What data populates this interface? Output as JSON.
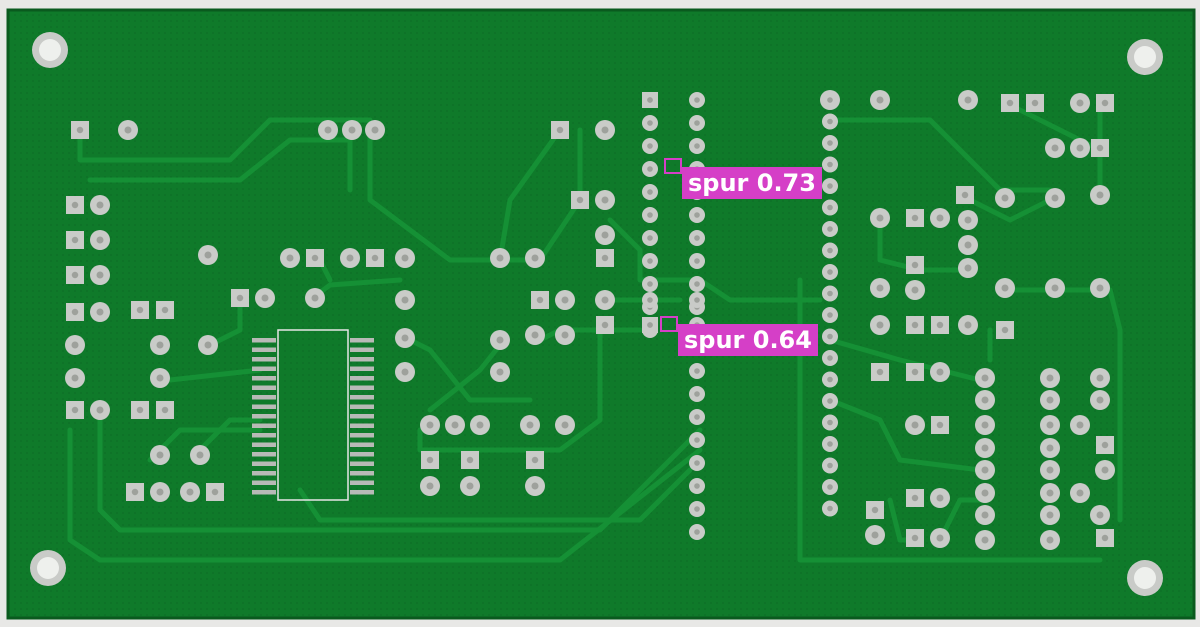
{
  "image": {
    "subject": "pcb-board",
    "board_color": "#0f7a2a",
    "trace_color": "#168f35",
    "pad_color": "#c9cbc8",
    "annotation_color": "#d53fc7"
  },
  "detections": [
    {
      "label": "spur 0.73"
    },
    {
      "label": "spur 0.64"
    }
  ]
}
